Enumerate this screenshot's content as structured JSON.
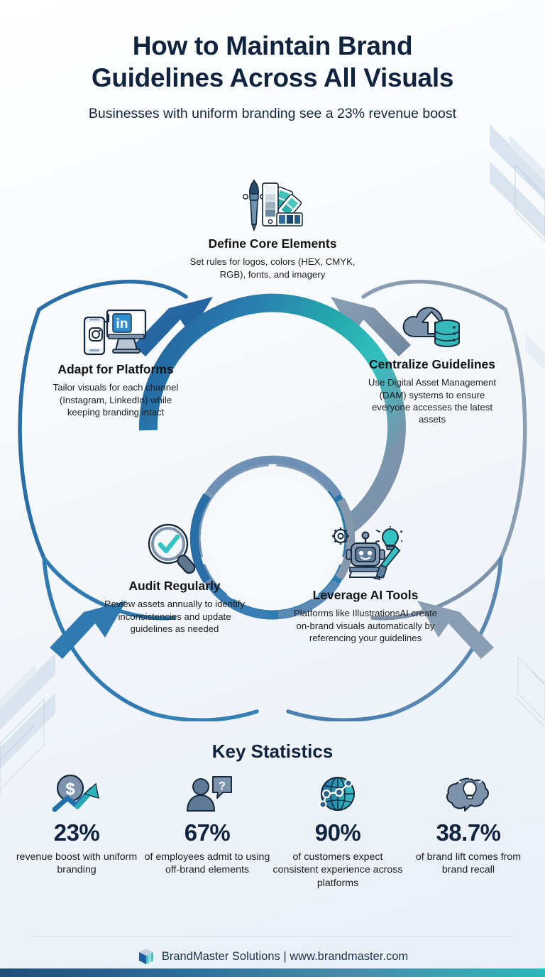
{
  "header": {
    "title_line1": "How to Maintain Brand",
    "title_line2": "Guidelines Across All Visuals",
    "subtitle": "Businesses with uniform branding see a 23% revenue boost"
  },
  "cycle": {
    "steps": [
      {
        "id": "define-core-elements",
        "icon": "paintbrush-swatches-icon",
        "title": "Define Core Elements",
        "desc": "Set rules for logos, colors (HEX, CMYK, RGB), fonts, and imagery"
      },
      {
        "id": "centralize-guidelines",
        "icon": "cloud-database-icon",
        "title": "Centralize Guidelines",
        "desc": "Use Digital Asset Management (DAM) systems to ensure everyone accesses the latest assets"
      },
      {
        "id": "leverage-ai-tools",
        "icon": "robot-brush-icon",
        "title": "Leverage AI Tools",
        "desc": "Platforms like IllustrationsAI create on-brand visuals automatically by referencing your guidelines"
      },
      {
        "id": "audit-regularly",
        "icon": "magnifier-check-icon",
        "title": "Audit Regularly",
        "desc": "Review assets annually to identify inconsistencies and update guidelines as needed"
      },
      {
        "id": "adapt-for-platforms",
        "icon": "devices-social-icon",
        "title": "Adapt for Platforms",
        "desc": "Tailor visuals for each channel (Instagram, LinkedIn) while keeping branding intact"
      }
    ]
  },
  "stats": {
    "heading": "Key Statistics",
    "items": [
      {
        "id": "revenue-boost",
        "icon": "dollar-growth-icon",
        "value": "23%",
        "label": "revenue boost with uniform branding"
      },
      {
        "id": "off-brand",
        "icon": "person-question-icon",
        "value": "67%",
        "label": "of employees admit to using off-brand elements"
      },
      {
        "id": "consistency",
        "icon": "globe-network-icon",
        "value": "90%",
        "label": "of customers expect consistent experience across platforms"
      },
      {
        "id": "brand-lift",
        "icon": "brain-bulb-icon",
        "value": "38.7%",
        "label": "of brand lift comes from brand recall"
      }
    ]
  },
  "footer": {
    "logo": "cube-logo-icon",
    "text": "BrandMaster Solutions | www.brandmaster.com"
  },
  "colors": {
    "deep_navy": "#10243f",
    "brand_blue": "#1f5c99",
    "dark_blue": "#1f4e79",
    "mid_blue": "#3c7cb4",
    "steel": "#7d93ab",
    "teal": "#2ab8b8",
    "bright_teal": "#32bfbf",
    "page_bg": "#f2f6fb"
  }
}
